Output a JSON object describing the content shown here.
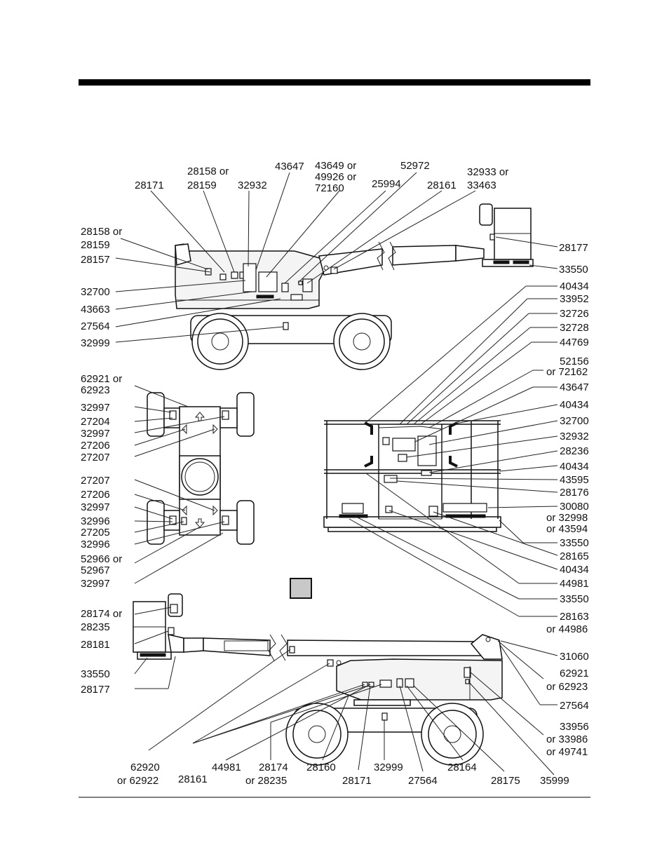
{
  "page": {
    "rule_color": "#000000",
    "legend_color": "#c8c8c8"
  },
  "labels": {
    "top_view": [
      "28171",
      "28158 or",
      "28159",
      "43647",
      "32932",
      "43649 or",
      "49926 or",
      "72160",
      "25994",
      "52972",
      "28161",
      "32933 or",
      "33463",
      "28158 or",
      "28159",
      "28157",
      "32700",
      "43663",
      "27564",
      "32999",
      "28177",
      "33550"
    ],
    "chassis_view": [
      "62921 or",
      "62923",
      "32997",
      "27204",
      "32997",
      "27206",
      "27207",
      "27207",
      "27206",
      "32997",
      "32996",
      "27205",
      "32996",
      "52966 or",
      "52967",
      "32997"
    ],
    "platform_view": [
      "40434",
      "33952",
      "32726",
      "32728",
      "44769",
      "52156",
      "or 72162",
      "43647",
      "40434",
      "32700",
      "32932",
      "28236",
      "40434",
      "43595",
      "28176",
      "30080",
      "or 32998",
      "or 43594",
      "33550",
      "28165",
      "40434",
      "44981",
      "33550",
      "28163",
      "or 44986"
    ],
    "bottom_view": [
      "28174 or",
      "28235",
      "28181",
      "33550",
      "28177",
      "31060",
      "62921",
      "or 62923",
      "27564",
      "33956",
      "or 33986",
      "or 49741",
      "62920",
      "or 62922",
      "28161",
      "44981",
      "28174",
      "or 28235",
      "28160",
      "28171",
      "32999",
      "27564",
      "28164",
      "28175",
      "35999"
    ]
  }
}
